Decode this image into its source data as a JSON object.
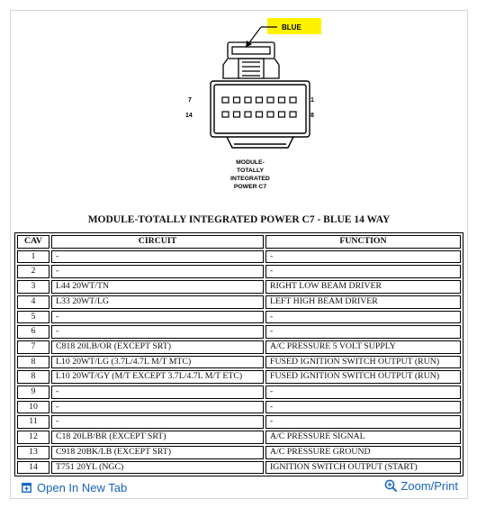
{
  "diagram": {
    "callout_label": "BLUE",
    "pin_labels": {
      "top_left": "7",
      "top_right": "1",
      "bottom_left": "14",
      "bottom_right": "8"
    },
    "module_label_lines": [
      "MODULE-",
      "TOTALLY",
      "INTEGRATED",
      "POWER C7"
    ],
    "highlight_color": "#fff200",
    "title": "MODULE-TOTALLY INTEGRATED POWER C7 - BLUE 14 WAY"
  },
  "table": {
    "headers": [
      "CAV",
      "CIRCUIT",
      "FUNCTION"
    ],
    "rows": [
      [
        "1",
        "-",
        "-"
      ],
      [
        "2",
        "-",
        "-"
      ],
      [
        "3",
        "L44 20WT/TN",
        "RIGHT LOW BEAM DRIVER"
      ],
      [
        "4",
        "L33 20WT/LG",
        "LEFT HIGH BEAM DRIVER"
      ],
      [
        "5",
        "-",
        "-"
      ],
      [
        "6",
        "-",
        "-"
      ],
      [
        "7",
        "C818 20LB/OR (EXCEPT SRT)",
        "A/C PRESSURE 5 VOLT SUPPLY"
      ],
      [
        "8",
        "L10 20WT/LG (3.7L/4.7L M/T MTC)",
        "FUSED IGNITION SWITCH OUTPUT (RUN)"
      ],
      [
        "8",
        "L10 20WT/GY (M/T EXCEPT 3.7L/4.7L M/T ETC)",
        "FUSED IGNITION SWITCH OUTPUT (RUN)"
      ],
      [
        "9",
        "-",
        "-"
      ],
      [
        "10",
        "-",
        "-"
      ],
      [
        "11",
        "-",
        "-"
      ],
      [
        "12",
        "C18 20LB/BR (EXCEPT SRT)",
        "A/C PRESSURE SIGNAL"
      ],
      [
        "13",
        "C918 20BK/LB (EXCEPT SRT)",
        "A/C PRESSURE GROUND"
      ],
      [
        "14",
        "T751 20YL (NGC)",
        "IGNITION SWITCH OUTPUT (START)"
      ]
    ]
  },
  "footer": {
    "open_label": "Open In New Tab",
    "zoom_label": "Zoom/Print",
    "link_color": "#1565c0"
  }
}
